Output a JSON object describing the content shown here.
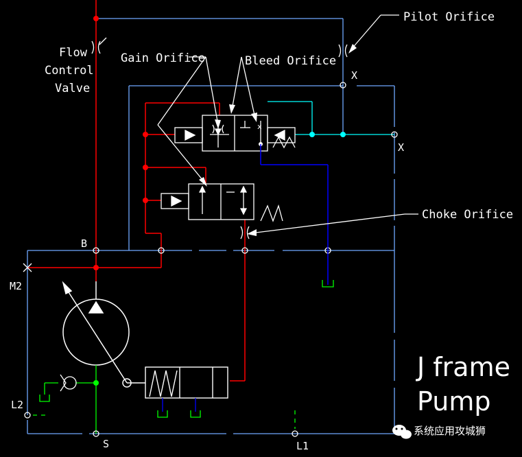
{
  "labels": {
    "pilot_orifice": "Pilot Orifice",
    "flow_control_valve_1": "Flow",
    "flow_control_valve_2": "Control",
    "flow_control_valve_3": "Valve",
    "gain_orifice": "Gain Orifice",
    "bleed_orifice": "Bleed Orifice",
    "choke_orifice": "Choke Orifice"
  },
  "ports": {
    "x_top": "X",
    "x_right": "X",
    "b": "B",
    "m2": "M2",
    "l2": "L2",
    "s": "S",
    "l1": "L1"
  },
  "title": {
    "line1": "J frame",
    "line2": "Pump"
  },
  "watermark": "系统应用攻城狮",
  "colors": {
    "background": "#000000",
    "pressure_line": "#ff0000",
    "pilot_line": "#00ffff",
    "drain_line": "#6fa8ff",
    "tank_line": "#0000ff",
    "suction_line": "#00ff00",
    "text": "#ffffff"
  }
}
